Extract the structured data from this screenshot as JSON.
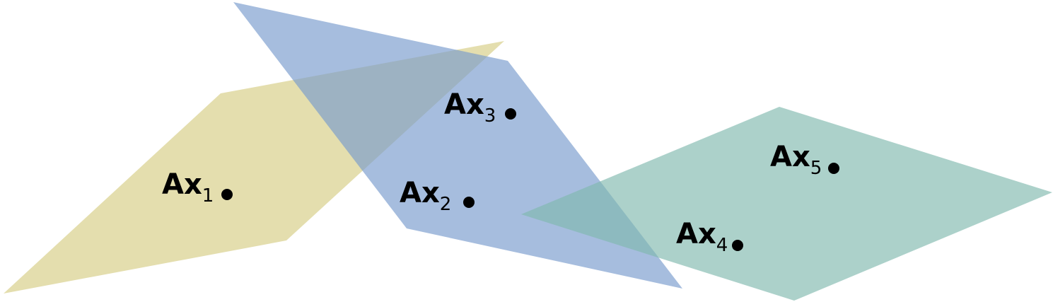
{
  "diagram": {
    "planes": [
      {
        "name": "yellow-plane",
        "color": "#d9d08c",
        "opacity": 0.7
      },
      {
        "name": "blue-plane",
        "color": "#7799cc",
        "opacity": 0.65
      },
      {
        "name": "green-plane",
        "color": "#80b9ad",
        "opacity": 0.65
      }
    ],
    "points": [
      {
        "label_main": "Ax",
        "label_sub": "1"
      },
      {
        "label_main": "Ax",
        "label_sub": "2"
      },
      {
        "label_main": "Ax",
        "label_sub": "3"
      },
      {
        "label_main": "Ax",
        "label_sub": "4"
      },
      {
        "label_main": "Ax",
        "label_sub": "5"
      }
    ],
    "point_color": "#000000"
  }
}
